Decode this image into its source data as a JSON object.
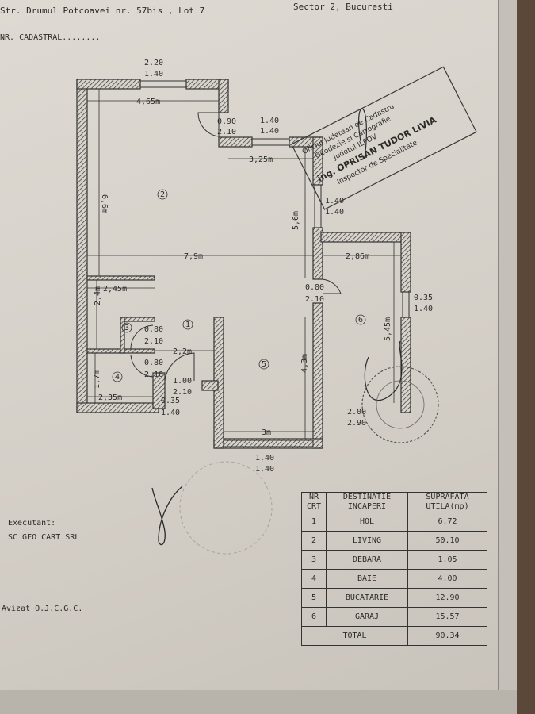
{
  "header": {
    "address": "Str. Drumul Potcoavei nr. 57bis , Lot 7",
    "sector": "Sector 2, Bucuresti",
    "cadastral": "NR. CADASTRAL........"
  },
  "plan": {
    "dims": [
      {
        "t": "2.20",
        "id": "win-top-w"
      },
      {
        "t": "1.40",
        "id": "win-top-h"
      },
      {
        "t": "4,65m",
        "id": "d465"
      },
      {
        "t": "0.90",
        "id": "door-entry-w"
      },
      {
        "t": "2.10",
        "id": "door-entry-h"
      },
      {
        "t": "1.40",
        "id": "win2-w"
      },
      {
        "t": "1.40",
        "id": "win2-h"
      },
      {
        "t": "3,25m",
        "id": "d325"
      },
      {
        "t": "6,6m",
        "id": "d66"
      },
      {
        "t": "5,6m",
        "id": "d56"
      },
      {
        "t": "1.40",
        "id": "win3-w"
      },
      {
        "t": "1.40",
        "id": "win3-h"
      },
      {
        "t": "7,9m",
        "id": "d79"
      },
      {
        "t": "2,86m",
        "id": "d286"
      },
      {
        "t": "2,45m",
        "id": "d245"
      },
      {
        "t": "0.80",
        "id": "door-g-w"
      },
      {
        "t": "2.10",
        "id": "door-g-h"
      },
      {
        "t": "0.35",
        "id": "win-g-w"
      },
      {
        "t": "1.40",
        "id": "win-g-h"
      },
      {
        "t": "2,4m",
        "id": "d24"
      },
      {
        "t": "0.80",
        "id": "door3-w"
      },
      {
        "t": "2.10",
        "id": "door3-h"
      },
      {
        "t": "5,45m",
        "id": "d545"
      },
      {
        "t": "2,2m",
        "id": "d22"
      },
      {
        "t": "0.80",
        "id": "door4-w"
      },
      {
        "t": "2.10",
        "id": "door4-h"
      },
      {
        "t": "4,3m",
        "id": "d43"
      },
      {
        "t": "1,7m",
        "id": "d17"
      },
      {
        "t": "1.00",
        "id": "door1-w"
      },
      {
        "t": "2.10",
        "id": "door1-h"
      },
      {
        "t": "2,35m",
        "id": "d235"
      },
      {
        "t": "0.35",
        "id": "win4-w"
      },
      {
        "t": "1.40",
        "id": "win4-h"
      },
      {
        "t": "2.00",
        "id": "gdoor-w"
      },
      {
        "t": "2.90",
        "id": "gdoor-h"
      },
      {
        "t": "3m",
        "id": "d3"
      },
      {
        "t": "1.40",
        "id": "win5-w"
      },
      {
        "t": "1.40",
        "id": "win5-h"
      }
    ],
    "rooms": [
      "1",
      "2",
      "3",
      "4",
      "5",
      "6"
    ]
  },
  "stamp": {
    "lines": [
      "Oficiul Judetean de Cadastru",
      "Geodezie si Cartografie",
      "Judetul ILFOV",
      "ing. OPRISAN TUDOR LIVIA",
      "Inspector de Specialitate"
    ]
  },
  "footer": {
    "executant_label": "Executant:",
    "executant": "SC GEO CART SRL",
    "avizat": "Avizat O.J.C.G.C."
  },
  "table": {
    "headers": [
      [
        "NR",
        "CRT"
      ],
      [
        "DESTINATIE",
        "INCAPERI"
      ],
      [
        "SUPRAFATA",
        "UTILA(mp)"
      ]
    ],
    "rows": [
      [
        "1",
        "HOL",
        "6.72"
      ],
      [
        "2",
        "LIVING",
        "50.10"
      ],
      [
        "3",
        "DEBARA",
        "1.05"
      ],
      [
        "4",
        "BAIE",
        "4.00"
      ],
      [
        "5",
        "BUCATARIE",
        "12.90"
      ],
      [
        "6",
        "GARAJ",
        "15.57"
      ]
    ],
    "total_label": "TOTAL",
    "total": "90.34"
  }
}
